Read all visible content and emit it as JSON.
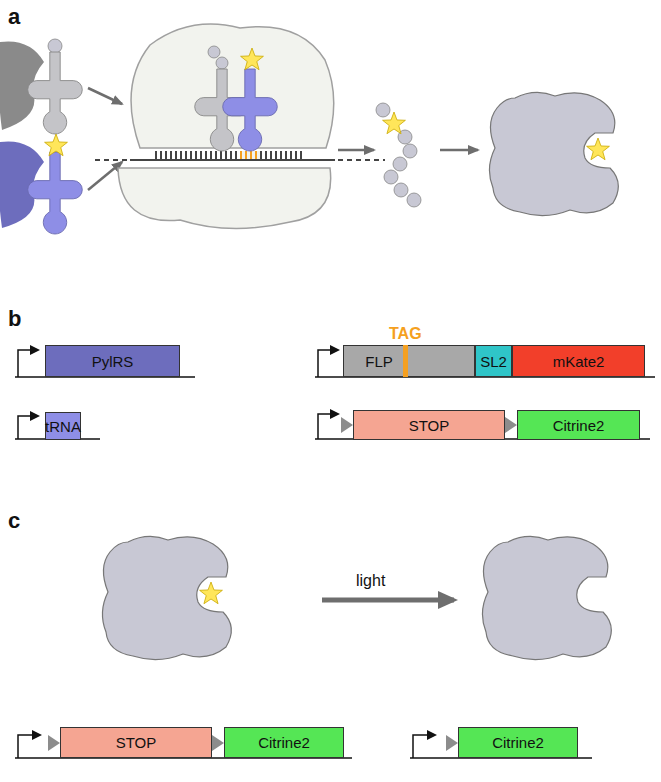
{
  "diagram": {
    "nodes": [
      {
        "text": [
          "PylRS"
        ]
      },
      {
        "text": [
          "tRNA"
        ]
      },
      {
        "text": [
          "FLP"
        ]
      },
      {
        "text": [
          "SL2"
        ]
      },
      {
        "text": [
          "mKate2"
        ]
      },
      {
        "text": [
          "STOP"
        ]
      },
      {
        "text": [
          "Citrine2"
        ]
      },
      {
        "text": [
          "STOP"
        ]
      },
      {
        "text": [
          "Citrine2"
        ]
      },
      {
        "text": [
          "Citrine2"
        ]
      }
    ],
    "labels": [
      "a",
      "b",
      "c",
      "TAG",
      "light"
    ]
  }
}
